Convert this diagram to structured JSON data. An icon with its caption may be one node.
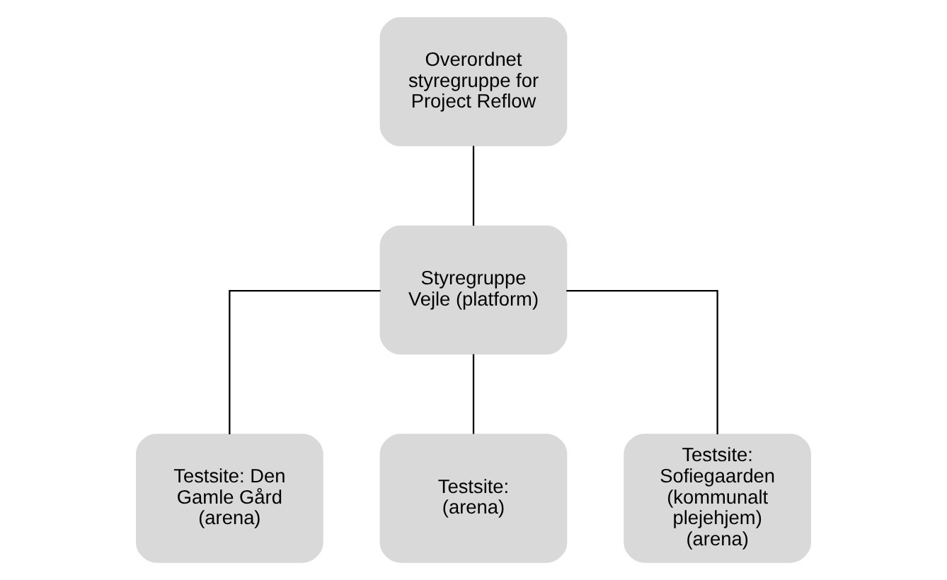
{
  "diagram": {
    "nodes": [
      {
        "text": [
          "Overordnet styregruppe for Project Reflow"
        ]
      },
      {
        "text": [
          "Styregruppe Vejle (platform)"
        ]
      },
      {
        "text": [
          "Testsite: Den Gamle Gård (arena)"
        ]
      },
      {
        "text": [
          "Testsite: (arena)"
        ]
      },
      {
        "text": [
          "Testsite: Sofiegaarden (kommunalt plejehjem) (arena)"
        ]
      }
    ],
    "edges": [
      {
        "from": 0,
        "to": 1,
        "arrow": "none"
      },
      {
        "from": 1,
        "to": 2,
        "arrow": "none"
      },
      {
        "from": 1,
        "to": 3,
        "arrow": "none"
      },
      {
        "from": 1,
        "to": 4,
        "arrow": "none"
      }
    ]
  }
}
